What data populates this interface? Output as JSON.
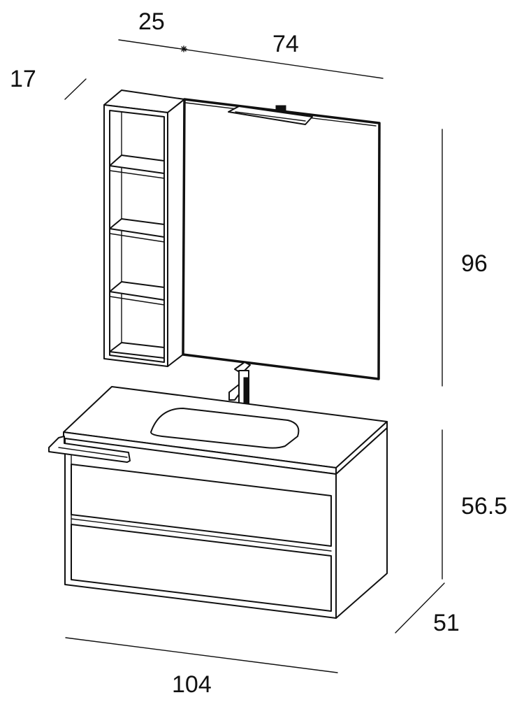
{
  "diagram": {
    "dimensions": {
      "shelf_width": "25",
      "mirror_width": "74",
      "shelf_depth": "17",
      "mirror_height": "96",
      "cabinet_height": "56.5",
      "cabinet_depth": "51",
      "total_width": "104"
    },
    "colors": {
      "line": "#111111",
      "background": "#ffffff"
    }
  }
}
